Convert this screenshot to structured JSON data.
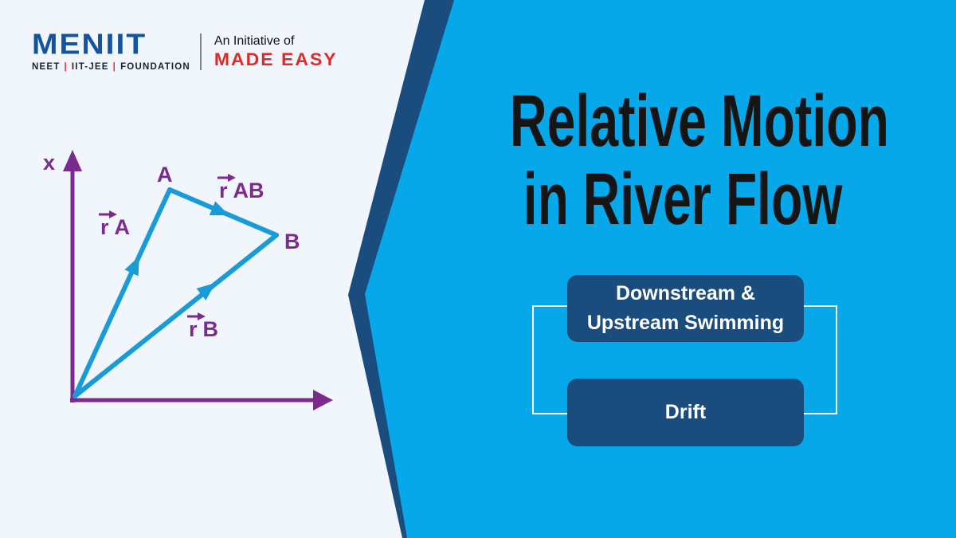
{
  "branding": {
    "logo": "MENIIT",
    "logo_tagline_items": [
      "NEET",
      "IIT-JEE",
      "FOUNDATION"
    ],
    "logo_tagline_separator": "|",
    "initiative_label": "An Initiative of",
    "initiative_brand": "MADE EASY"
  },
  "slide": {
    "title_line1": "Relative Motion",
    "title_line2": "in River Flow"
  },
  "topics": {
    "downstream_upstream": {
      "line1": "Downstream &",
      "line2": "Upstream Swimming"
    },
    "drift": "Drift"
  },
  "diagram": {
    "axis_label_x": "x",
    "point_a": "A",
    "point_b": "B",
    "vector_a": {
      "symbol": "r",
      "label": "A"
    },
    "vector_b": {
      "symbol": "r",
      "label": "B"
    },
    "vector_ab": {
      "symbol": "r",
      "label": "AB"
    }
  },
  "colors": {
    "cyan_background": "#06A8E9",
    "navy_accent": "#1B4C7E",
    "purple_axes": "#7B2B8D",
    "vector_blue": "#189BD7",
    "logo_blue": "#14549E",
    "brand_red": "#DD2B2B",
    "panel_background": "#F0F6FC",
    "title_black": "#151515"
  }
}
